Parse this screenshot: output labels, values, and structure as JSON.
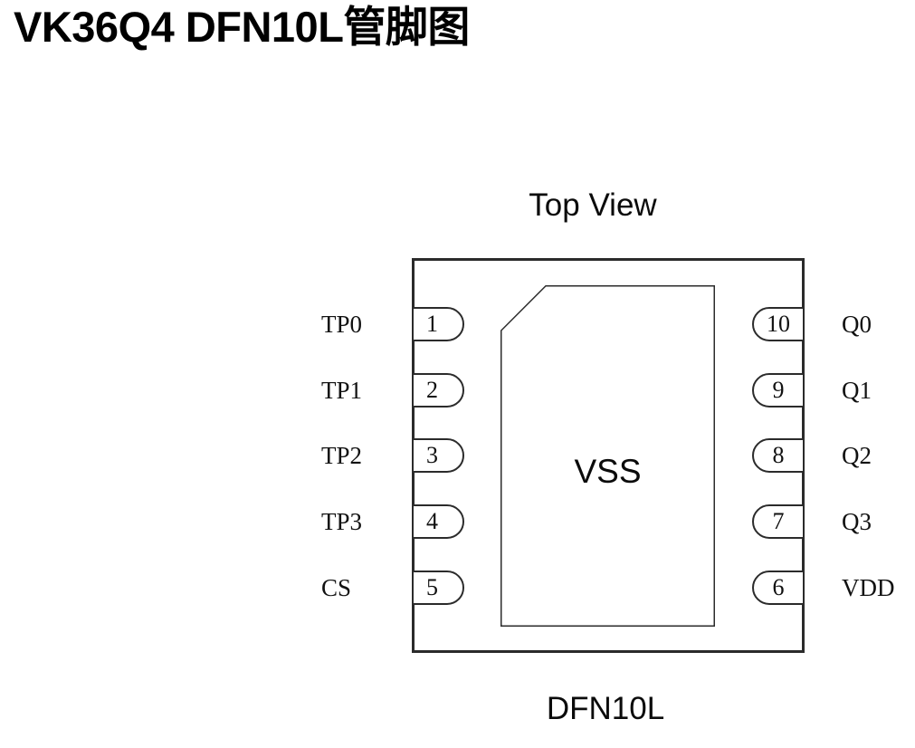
{
  "page": {
    "title": "VK36Q4 DFN10L管脚图"
  },
  "diagram": {
    "view_label": "Top View",
    "package_label": "DFN10L",
    "center_pad_label": "VSS",
    "pins": {
      "left": [
        {
          "number": "1",
          "name": "TP0"
        },
        {
          "number": "2",
          "name": "TP1"
        },
        {
          "number": "3",
          "name": "TP2"
        },
        {
          "number": "4",
          "name": "TP3"
        },
        {
          "number": "5",
          "name": "CS"
        }
      ],
      "right": [
        {
          "number": "10",
          "name": "Q0"
        },
        {
          "number": "9",
          "name": "Q1"
        },
        {
          "number": "8",
          "name": "Q2"
        },
        {
          "number": "7",
          "name": "Q3"
        },
        {
          "number": "6",
          "name": "VDD"
        }
      ]
    },
    "colors": {
      "line": "#2b2b2b",
      "text": "#0b0b0b",
      "background": "#ffffff"
    }
  }
}
